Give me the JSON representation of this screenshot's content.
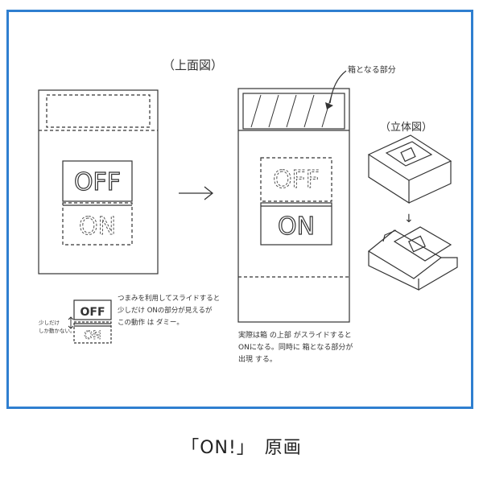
{
  "labels": {
    "top_view": "（上面図）",
    "perspective_view": "（立体図）",
    "box_part": "箱となる部分",
    "off_text": "OFF",
    "on_text": "ON",
    "small_off_text": "OFF",
    "small_on_text": "ON"
  },
  "notes": {
    "left_note": "つまみを利用してスライドすると\n少しだけ ONの部分が見えるが\nこの動作 は ダミー。",
    "side_note": "少しだけ\nしか動かない。",
    "right_note": "実際は箱 の上部 がスライドすると\nONになる。同時に 箱となる部分が\n出現 する。",
    "arrow_down": "↓"
  },
  "caption": "「ON!」　原画"
}
